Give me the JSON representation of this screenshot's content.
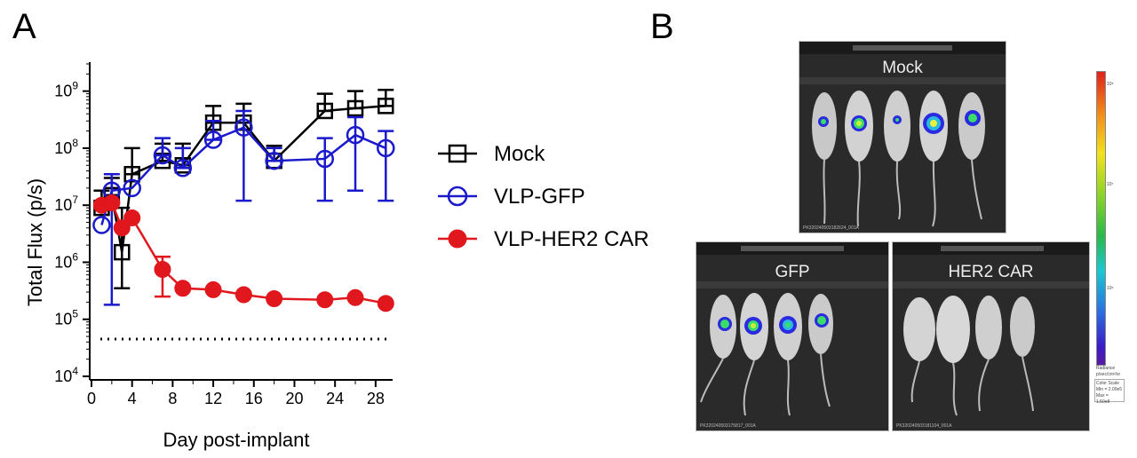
{
  "panel_a": {
    "letter": "A"
  },
  "panel_b": {
    "letter": "B",
    "images": [
      {
        "title": "Mock",
        "id_text": "PK320240503182624_001A"
      },
      {
        "title": "GFP",
        "id_text": "PK320240503175817_001A"
      },
      {
        "title": "HER2 CAR",
        "id_text": "PK320240503181104_001A"
      }
    ],
    "colorbar": {
      "top_tick": "10⁸",
      "mid_tick": "10⁷",
      "low_tick": "10⁶",
      "title": "Radiance",
      "unit": "p/sec/cm²/sr",
      "scale_label": "Color Scale",
      "min_label": "Min = 2.00e5",
      "max_label": "Max = 1.50e8"
    }
  },
  "chart_data": {
    "type": "line",
    "xlabel": "Day post-implant",
    "ylabel": "Total Flux (p/s)",
    "x_ticks": [
      0,
      4,
      8,
      12,
      16,
      20,
      24,
      28
    ],
    "xlim": [
      0,
      29.5
    ],
    "y_scale": "log",
    "ylim": [
      10000,
      3000000000
    ],
    "y_ticks": [
      {
        "value": 10000,
        "base": "10",
        "exp": "4"
      },
      {
        "value": 100000,
        "base": "10",
        "exp": "5"
      },
      {
        "value": 1000000,
        "base": "10",
        "exp": "6"
      },
      {
        "value": 10000000,
        "base": "10",
        "exp": "7"
      },
      {
        "value": 100000000,
        "base": "10",
        "exp": "8"
      },
      {
        "value": 1000000000,
        "base": "10",
        "exp": "9"
      }
    ],
    "reference_line": {
      "y": 45000,
      "style": "dotted"
    },
    "legend_position": "right",
    "series": [
      {
        "name": "Mock",
        "color": "#000000",
        "marker": "open-square",
        "x": [
          1,
          2,
          3,
          4,
          7,
          9,
          12,
          15,
          18,
          23,
          26,
          29
        ],
        "y": [
          9000000,
          15000000,
          1500000,
          35000000,
          60000000,
          50000000,
          280000000,
          280000000,
          60000000,
          450000000,
          500000000,
          550000000
        ],
        "err_low": [
          9000000,
          15000000,
          350000,
          35000000,
          60000000,
          50000000,
          280000000,
          280000000,
          60000000,
          450000000,
          500000000,
          550000000
        ],
        "err_high": [
          18000000,
          30000000,
          9000000,
          100000000,
          120000000,
          120000000,
          550000000,
          600000000,
          110000000,
          900000000,
          1000000000,
          1050000000
        ]
      },
      {
        "name": "VLP-GFP",
        "color": "#1a1acc",
        "marker": "open-circle",
        "x": [
          1,
          2,
          4,
          7,
          9,
          12,
          15,
          18,
          23,
          26,
          29
        ],
        "y": [
          4500000,
          18000000,
          20000000,
          75000000,
          45000000,
          140000000,
          230000000,
          60000000,
          65000000,
          170000000,
          100000000
        ],
        "err_low": [
          4500000,
          180000,
          20000000,
          75000000,
          45000000,
          140000000,
          12000000,
          60000000,
          12000000,
          18000000,
          12000000
        ],
        "err_high": [
          4500000,
          35000000,
          20000000,
          150000000,
          100000000,
          300000000,
          450000000,
          100000000,
          150000000,
          350000000,
          200000000
        ]
      },
      {
        "name": "VLP-HER2 CAR",
        "color": "#e0171c",
        "marker": "filled-circle",
        "x": [
          1,
          2,
          3,
          4,
          7,
          9,
          12,
          15,
          18,
          23,
          26,
          29
        ],
        "y": [
          10000000,
          11000000,
          4000000,
          6000000,
          750000,
          350000,
          330000,
          270000,
          230000,
          220000,
          240000,
          190000
        ],
        "err_low": [
          10000000,
          11000000,
          4000000,
          6000000,
          250000,
          350000,
          330000,
          270000,
          230000,
          220000,
          240000,
          190000
        ],
        "err_high": [
          10000000,
          11000000,
          4000000,
          6000000,
          1250000,
          350000,
          330000,
          270000,
          230000,
          220000,
          240000,
          190000
        ]
      }
    ]
  }
}
